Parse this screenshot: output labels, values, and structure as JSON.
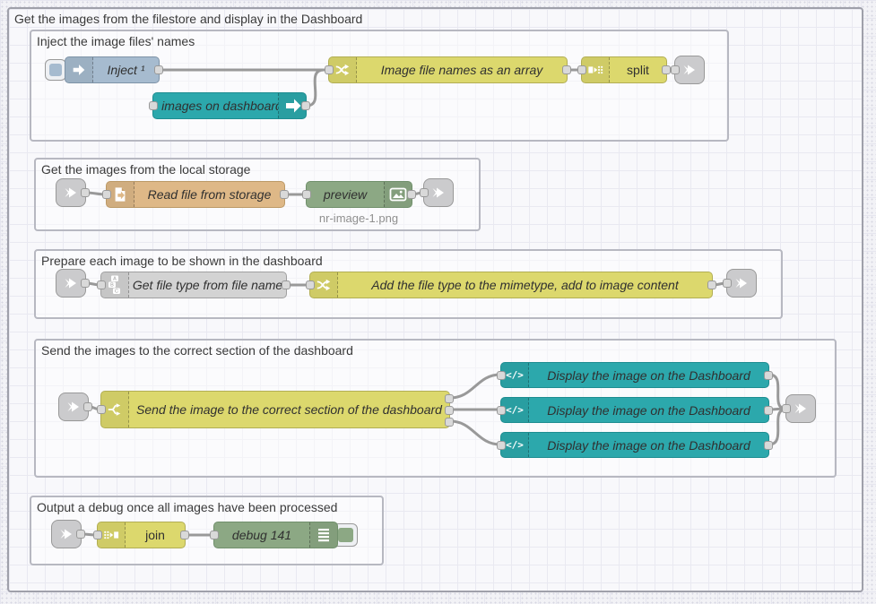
{
  "colors": {
    "canvas_bg": "#f2f2f6",
    "grid_line": "#e6e6ef",
    "group_fill": "#f8f8fb",
    "group_border": "#9fa0aa",
    "inner_group_border": "#b7b8c1",
    "wire": "#999999",
    "port_fill": "#d9d9d9",
    "node_inject_blue": "#a6bbcf",
    "node_teal": "#2ca8ac",
    "node_yellow": "#dcd86d",
    "node_file_tan": "#deb887",
    "node_green": "#8ca884",
    "node_grey": "#d3d3d3",
    "node_link_grey": "#cbcbcd",
    "label_text": "#303030",
    "status_text": "#8f8f8f"
  },
  "groups": {
    "outer": {
      "label": "Get the images from the filestore and display in the Dashboard"
    },
    "inject": {
      "label": "Inject the image files' names"
    },
    "storage": {
      "label": "Get the images from the local storage"
    },
    "prepare": {
      "label": "Prepare each image to be shown in the dashboard"
    },
    "send": {
      "label": "Send the images to the correct section of the dashboard"
    },
    "debug": {
      "label": "Output a debug once all images have been processed"
    }
  },
  "nodes": {
    "inject": {
      "label": "Inject ¹"
    },
    "update_images": {
      "label": "Update images on dashboard open"
    },
    "filenames_array": {
      "label": "Image file names as an array"
    },
    "split": {
      "label": "split"
    },
    "read_file": {
      "label": "Read file from storage"
    },
    "preview": {
      "label": "preview",
      "status": "nr-image-1.png"
    },
    "get_file_type": {
      "label": "Get file type from file name"
    },
    "add_mimetype": {
      "label": "Add the file type to the mimetype, add to image content"
    },
    "send_switch": {
      "label": "Send the image to the correct section of the dashboard"
    },
    "display": {
      "label": "Display the image on the Dashboard"
    },
    "join": {
      "label": "join"
    },
    "debug": {
      "label": "debug 141"
    }
  }
}
